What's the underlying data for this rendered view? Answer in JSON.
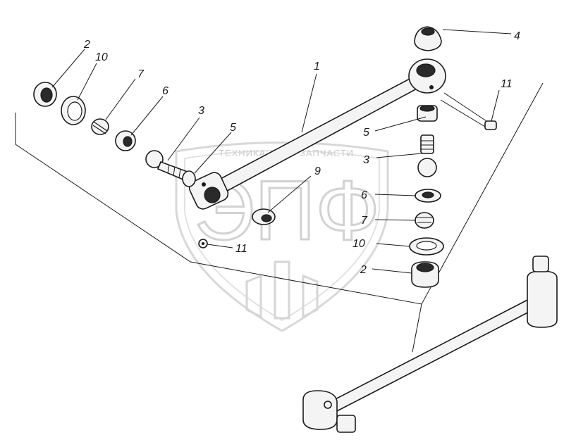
{
  "watermark": {
    "brand_left": "ТЕХНИКА",
    "brand_right": "ЗАПЧАСТИ",
    "logo_letters": "ЭПФ"
  },
  "labels": {
    "l1": "1",
    "l2a": "2",
    "l10a": "10",
    "l7a": "7",
    "l6a": "6",
    "l3a": "3",
    "l5a": "5",
    "l4": "4",
    "l11a": "11",
    "l5b": "5",
    "l3b": "3",
    "l9": "9",
    "l6b": "6",
    "l7b": "7",
    "l10b": "10",
    "l2b": "2",
    "l11b": "11"
  },
  "colors": {
    "ink": "#1a1a1a",
    "watermark": "#d2d2d2"
  }
}
